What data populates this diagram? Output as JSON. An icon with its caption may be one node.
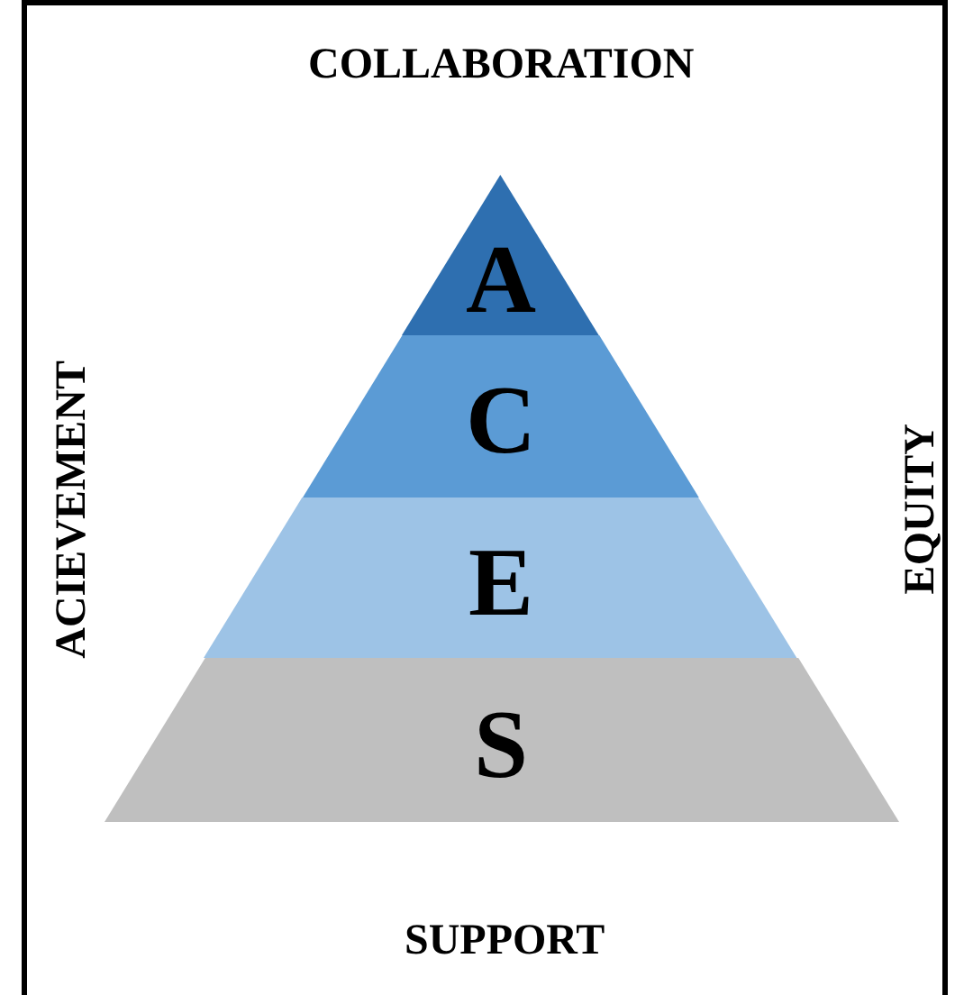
{
  "diagram": {
    "title": "COLLABORATION",
    "nodes": [
      {
        "text": [
          "A"
        ]
      },
      {
        "text": [
          "C"
        ]
      },
      {
        "text": [
          "E"
        ]
      },
      {
        "text": [
          "S"
        ]
      }
    ],
    "labels": [
      "ACIEVEMENT",
      "EQUITY",
      "SUPPORT"
    ]
  }
}
